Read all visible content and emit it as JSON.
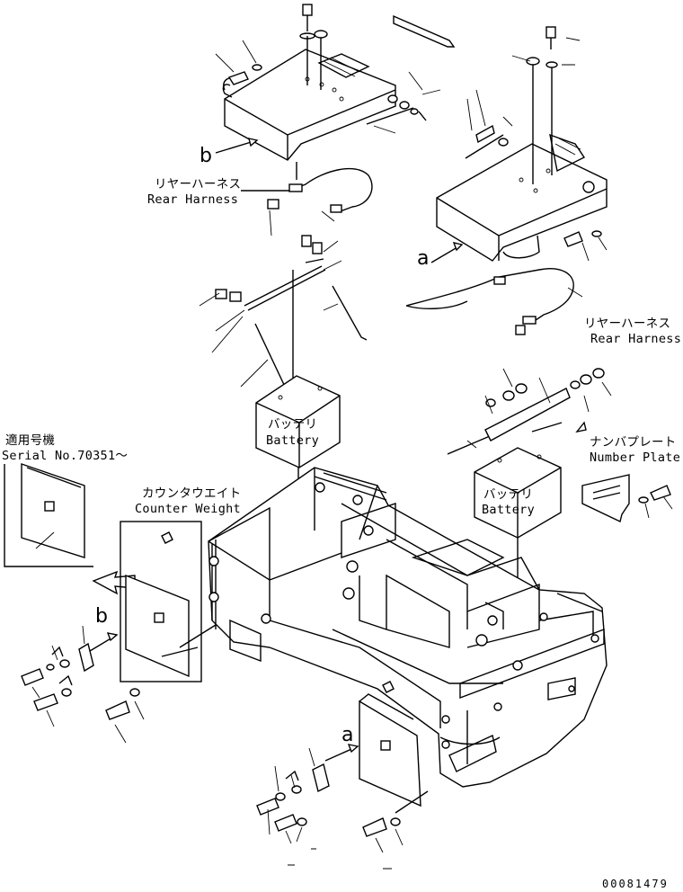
{
  "labels": {
    "rear_harness_top_jp": "リヤーハーネス",
    "rear_harness_top_en": "Rear Harness",
    "rear_harness_right_jp": "リヤーハーネス",
    "rear_harness_right_en": "Rear Harness",
    "battery_left_jp": "バッテリ",
    "battery_left_en": "Battery",
    "battery_right_jp": "バッテリ",
    "battery_right_en": "Battery",
    "number_plate_jp": "ナンバプレート",
    "number_plate_en": "Number Plate",
    "counter_weight_jp": "カウンタウエイト",
    "counter_weight_en": "Counter Weight",
    "serial_jp": "適用号機",
    "serial_en": "Serial No.70351～",
    "ref_b_top": "b",
    "ref_a_mid": "a",
    "ref_b_left": "b",
    "ref_a_bottom": "a",
    "drawing_number": "00081479"
  }
}
